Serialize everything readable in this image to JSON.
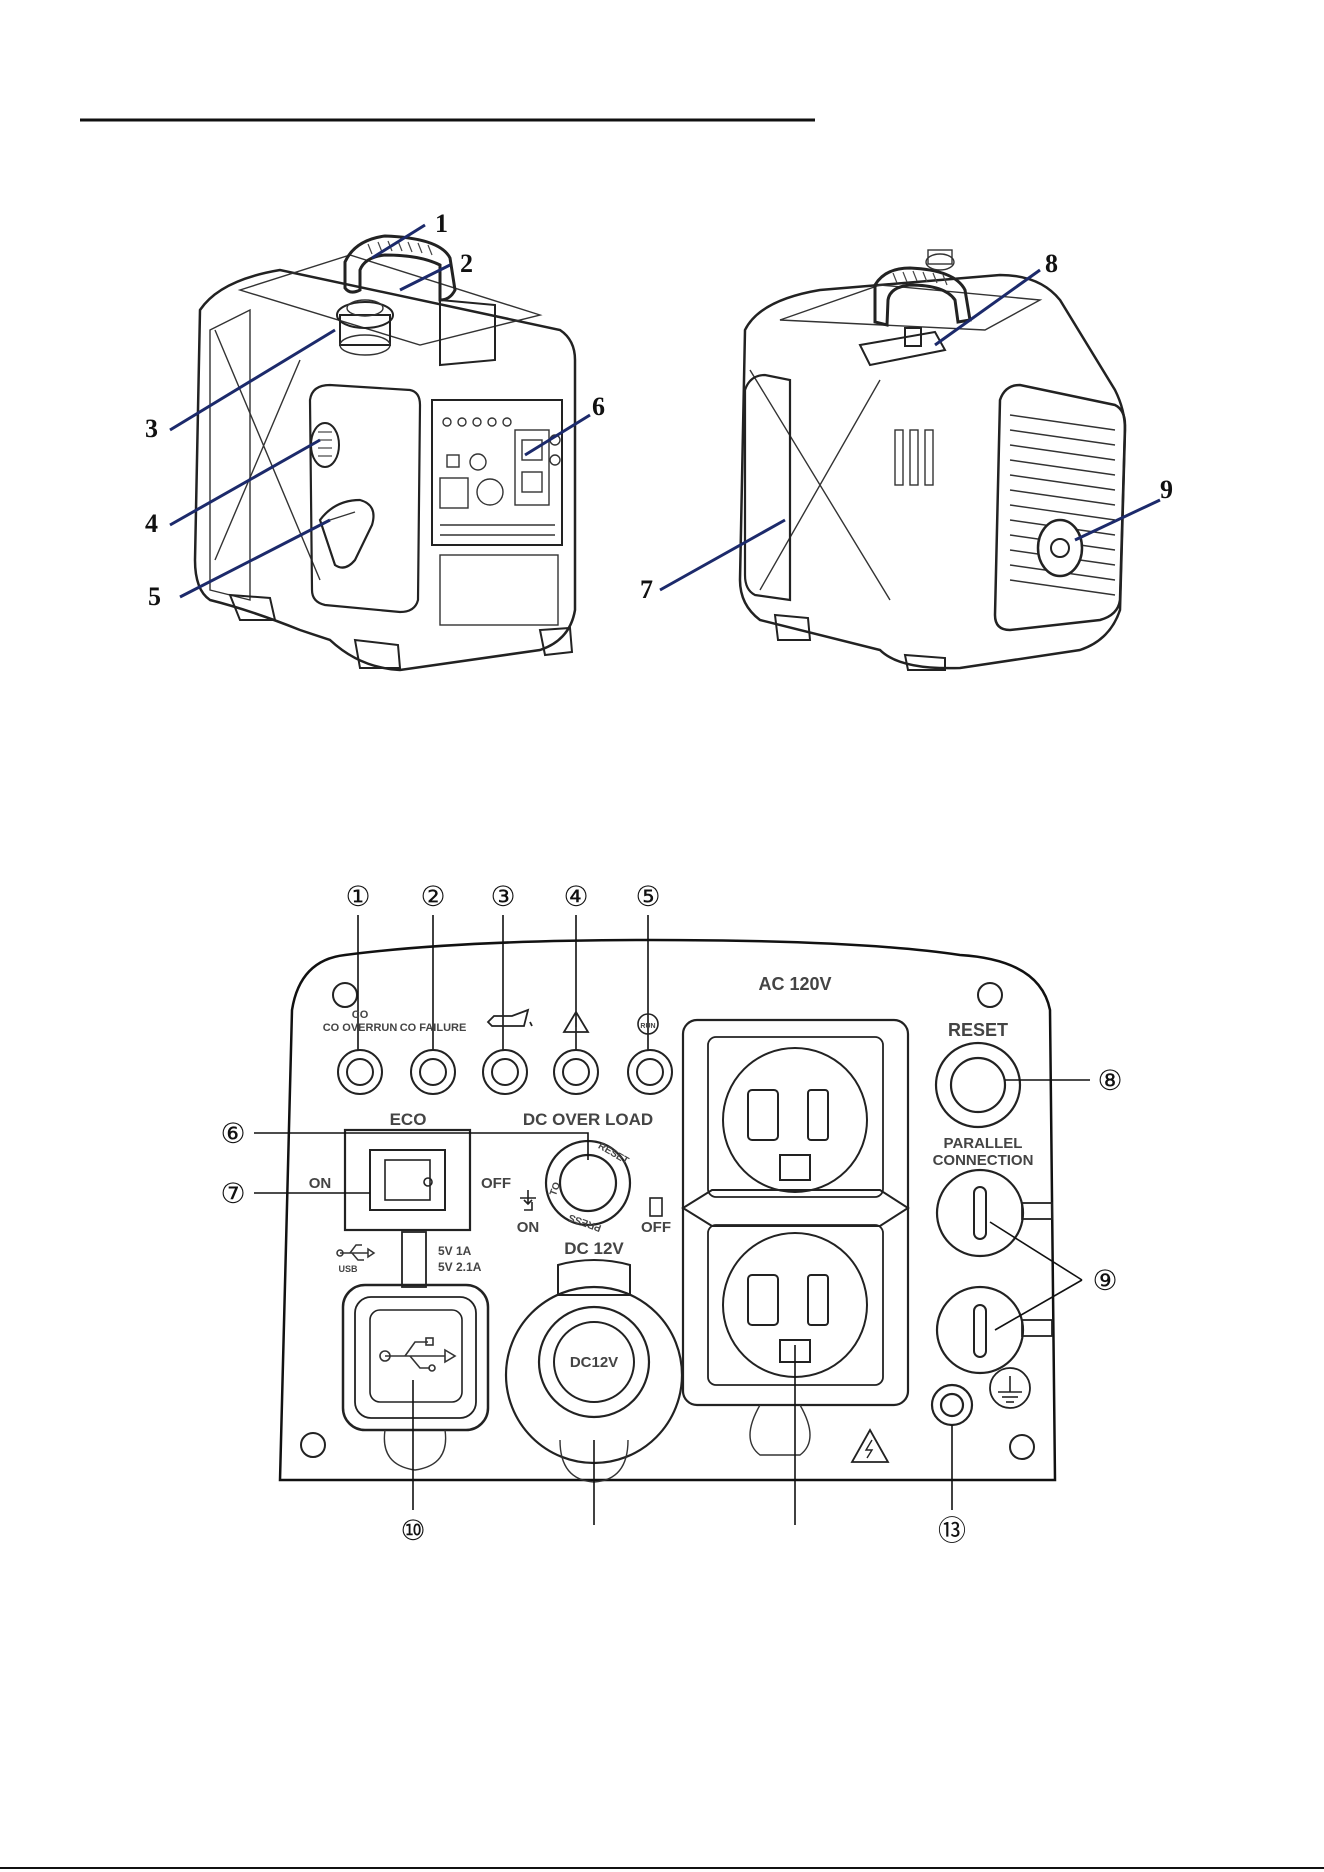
{
  "views": {
    "front_callouts": [
      "1",
      "2",
      "3",
      "4",
      "5",
      "6"
    ],
    "rear_callouts": [
      "7",
      "8",
      "9"
    ]
  },
  "panel": {
    "top_callouts": [
      "①",
      "②",
      "③",
      "④",
      "⑤"
    ],
    "side_callouts": [
      "⑥",
      "⑦",
      "⑧",
      "⑨"
    ],
    "bottom_callouts": [
      "⑩",
      "⑬"
    ],
    "indicators": {
      "co_overrun": "CO OVERRUN",
      "co_failure": "CO FAILURE",
      "run": "RUN"
    },
    "ac_label": "AC 120V",
    "reset_label": "RESET",
    "parallel_label_1": "PARALLEL",
    "parallel_label_2": "CONNECTION",
    "eco_label": "ECO",
    "eco_on": "ON",
    "eco_off": "OFF",
    "dc_overload_label": "DC OVER LOAD",
    "knob_reset": "RESET",
    "knob_press": "PRESS",
    "knob_to": "TO",
    "dc_on": "ON",
    "dc_off": "OFF",
    "dc12v_label": "DC 12V",
    "dc12v_socket": "DC12V",
    "usb_label": "USB",
    "usb_rating_1": "5V 1A",
    "usb_rating_2": "5V 2.1A"
  }
}
